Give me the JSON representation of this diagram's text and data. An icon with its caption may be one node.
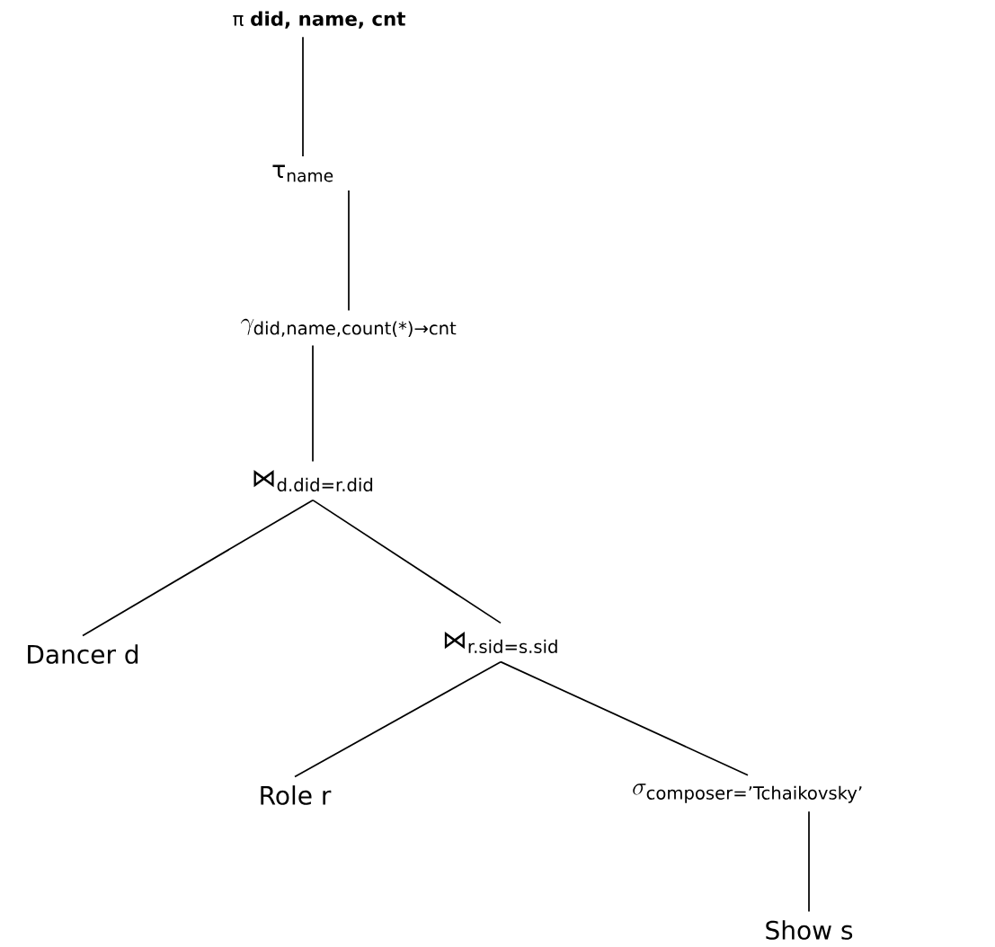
{
  "diagram": {
    "nodes": [
      {
        "text": [
          "π **did, name, cnt**"
        ]
      },
      {
        "text": [
          "τ$_{name}$"
        ]
      },
      {
        "text": [
          "\\gamma_{\\text{did,name,count(*)→cnt}}"
        ]
      },
      {
        "text": [
          "⋈$_{d.did=r.did}$"
        ]
      },
      {
        "text": [
          "Dancer d"
        ]
      },
      {
        "text": [
          "⋈$_{r.sid=s.sid}$"
        ]
      },
      {
        "text": [
          "Role r"
        ]
      },
      {
        "text": [
          "\\sigma_{\\text{composer='Tchaikovsky'}}"
        ]
      },
      {
        "text": [
          "Show s"
        ]
      }
    ],
    "edges": [
      {
        "from": 0,
        "to": 1,
        "arrow": "none"
      },
      {
        "from": 1,
        "to": 2,
        "arrow": "none"
      },
      {
        "from": 2,
        "to": 3,
        "arrow": "none"
      },
      {
        "from": 3,
        "to": 4,
        "arrow": "none"
      },
      {
        "from": 3,
        "to": 5,
        "arrow": "none"
      },
      {
        "from": 5,
        "to": 6,
        "arrow": "none"
      },
      {
        "from": 5,
        "to": 7,
        "arrow": "none"
      },
      {
        "from": 7,
        "to": 8,
        "arrow": "none"
      }
    ]
  }
}
